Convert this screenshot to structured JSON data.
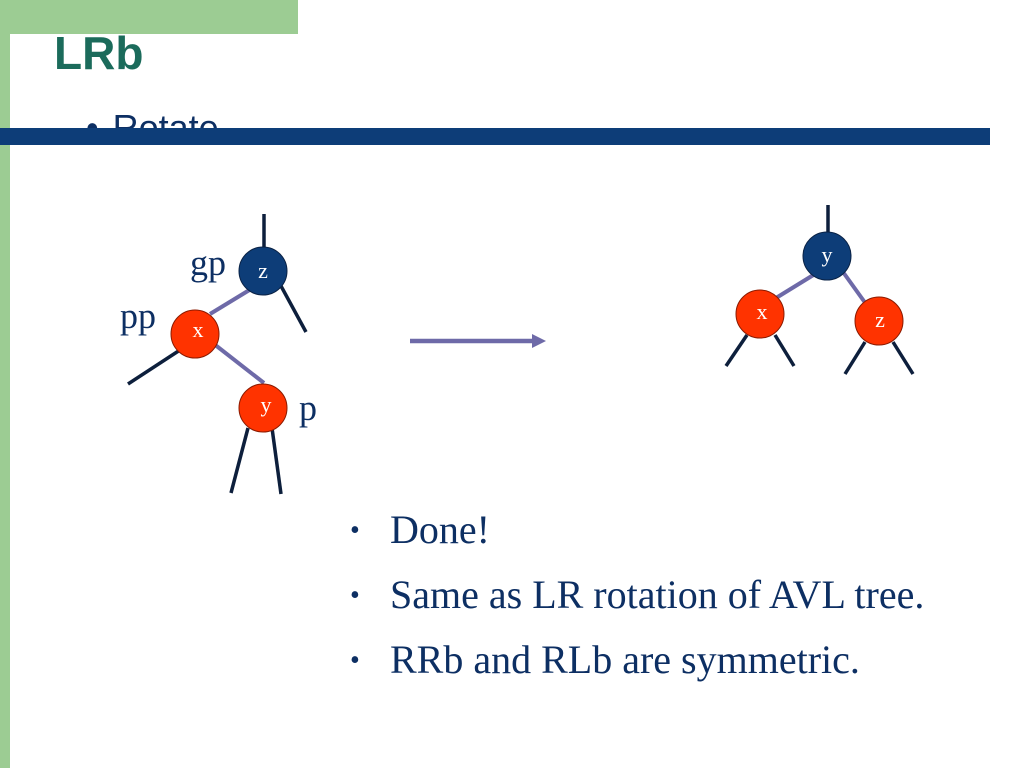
{
  "slide": {
    "title": "LRb",
    "subtitle": "Rotate.",
    "bullet_char": "•"
  },
  "before": {
    "nodes": {
      "z": {
        "label": "z",
        "tag": "gp",
        "color": "#0d3d78"
      },
      "x": {
        "label": "x",
        "tag": "pp",
        "color": "#ff3300"
      },
      "y": {
        "label": "y",
        "tag": "p",
        "color": "#ff3300"
      }
    }
  },
  "after": {
    "nodes": {
      "y": {
        "label": "y",
        "color": "#0d3d78"
      },
      "x": {
        "label": "x",
        "color": "#ff3300"
      },
      "z": {
        "label": "z",
        "color": "#ff3300"
      }
    }
  },
  "notes": [
    "Done!",
    "Same as LR rotation of AVL tree.",
    "RRb and RLb are symmetric."
  ],
  "colors": {
    "black_node": "#0d3d78",
    "red_node": "#ff3300",
    "edge": "#6e6aa8",
    "subtree": "#0d1f3c",
    "title": "#1b6b5b",
    "text": "#0d2f63"
  }
}
